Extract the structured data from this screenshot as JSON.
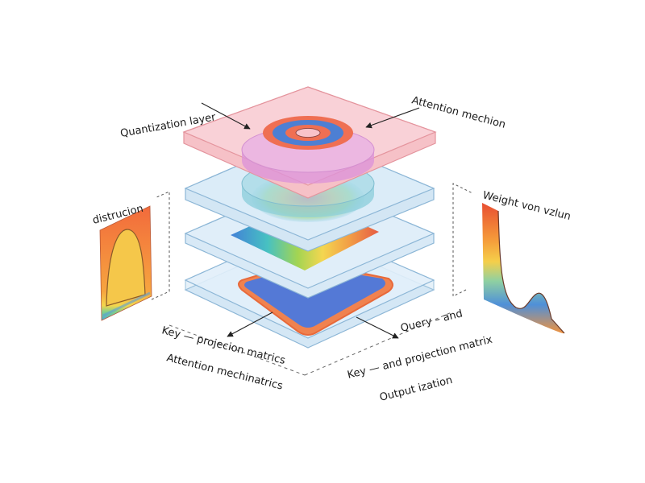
{
  "labels": {
    "quantization_layer": "Quantization layer",
    "attention_top": "Attention mechion",
    "distribution": "distrucion",
    "weight": "Weight von vzlun",
    "key_projection": "Key — projecion matrics",
    "attention_bottom": "Attention mechinatrics",
    "query": "Query – and",
    "key_and_projection": "Key — and projection matrix",
    "output": "Output ization"
  },
  "colors": {
    "pink_layer": "#f9c9cf",
    "blue_layer": "#cfe4f3",
    "ring_red": "#ef6f53",
    "ring_blue": "#4d7fd3",
    "magenta_disc": "#e7a8e3",
    "base_blue": "#5479d6",
    "base_orange": "#f0824f"
  },
  "icons": [
    "arrow-icon",
    "dashed-bracket-icon"
  ]
}
